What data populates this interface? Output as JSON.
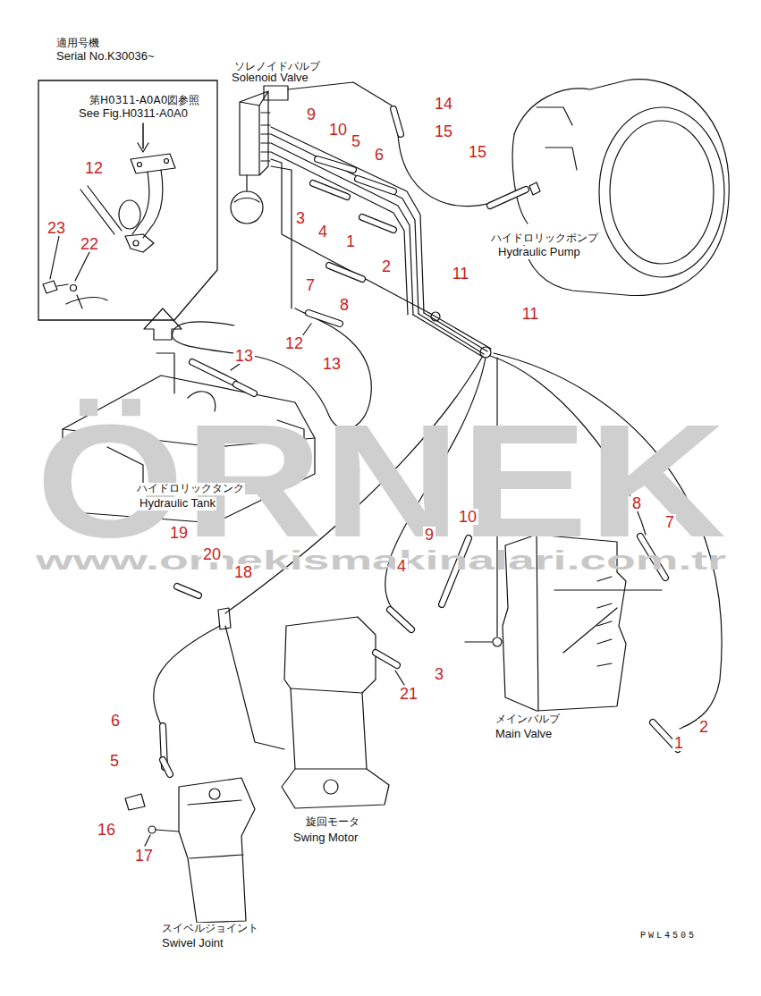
{
  "diagram": {
    "nodes": [
      {
        "text": [
          "適用号機",
          "Serial No.K30036~",
          "第H0311-A0A0図参照",
          "See Fig.H0311-A0A0"
        ]
      }
    ],
    "labels": [
      "ソレノイドバルブ",
      "Solenoid Valve",
      "14",
      "9",
      "10",
      "15",
      "5",
      "15",
      "6",
      "12",
      "3",
      "4",
      "23",
      "ハイドロリックポンプ",
      "1",
      "22",
      "Hydraulic Pump",
      "2",
      "11",
      "7",
      "8",
      "11",
      "12",
      "13",
      "13",
      "ÖRNEK",
      "ハイドロリックタンク",
      "Hydraulic Tank",
      "8",
      "10",
      "7",
      "19",
      "9",
      "www.ornekismakinalari.com.tr",
      "20",
      "4",
      "18",
      "3",
      "21",
      "メインバルブ",
      "Main Valve",
      "6",
      "2",
      "1",
      "5",
      "旋回モータ",
      "Swing Motor",
      "16",
      "17",
      "スイベルジョイント",
      "Swivel Joint",
      "PWL4505"
    ]
  }
}
